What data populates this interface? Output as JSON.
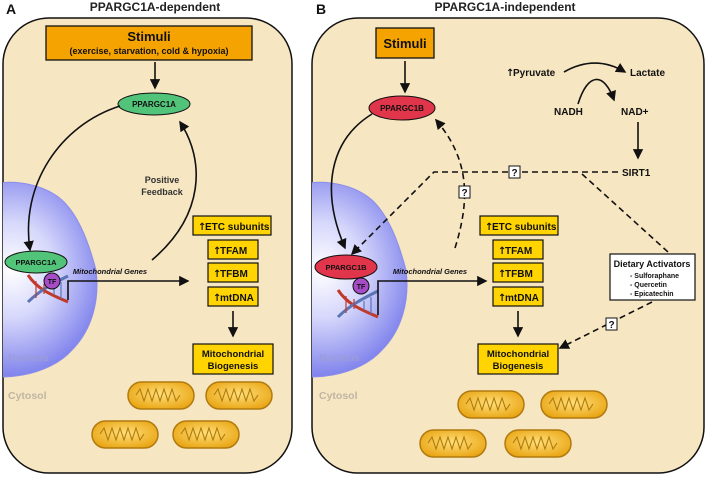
{
  "panels": {
    "a": {
      "letter": "A",
      "title": "PPARGC1A-dependent",
      "stimuli_title": "Stimuli",
      "stimuli_subtitle": "(exercise, starvation, cold & hypoxia)",
      "coactivator": "PPARGC1A",
      "nuclear_coactivator": "PPARGC1A",
      "feedback_line1": "Positive",
      "feedback_line2": "Feedback",
      "genes_label": "Mitochondrial Genes",
      "tf_label": "TF",
      "targets": [
        "ETC subunits",
        "TFAM",
        "TFBM",
        "mtDNA"
      ],
      "outcome_line1": "Mitochondrial",
      "outcome_line2": "Biogenesis",
      "nucleus_label": "Nucleus",
      "cytosol_label": "Cytosol"
    },
    "b": {
      "letter": "B",
      "title": "PPARGC1A-independent",
      "stimuli_title": "Stimuli",
      "coactivator": "PPARGC1B",
      "nuclear_coactivator": "PPARGC1B",
      "pyruvate": "Pyruvate",
      "lactate": "Lactate",
      "nadh": "NADH",
      "nad": "NAD+",
      "sirt1": "SIRT1",
      "unknown_mark": "?",
      "genes_label": "Mitochondrial Genes",
      "tf_label": "TF",
      "targets": [
        "ETC subunits",
        "TFAM",
        "TFBM",
        "mtDNA"
      ],
      "outcome_line1": "Mitochondrial",
      "outcome_line2": "Biogenesis",
      "dietary_title": "Dietary Activators",
      "dietary_items": [
        "- Sulforaphane",
        "- Quercetin",
        "- Epicatechin"
      ],
      "nucleus_label": "Nucleus",
      "cytosol_label": "Cytosol"
    }
  },
  "colors": {
    "cell_fill": "#f7e6c2",
    "stimuli_fill": "#f5a300",
    "target_fill": "#ffd400",
    "pgc1a_fill": "#52c47a",
    "pgc1b_fill": "#e0354a",
    "tf_fill": "#a64cc6",
    "nucleus_fill": "#8d8ff0",
    "mito_fill": "#f2b82a",
    "dna_red": "#c0392b",
    "dna_blue": "#5a74b5"
  },
  "icons": [
    "up-arrow-icon",
    "question-mark-icon",
    "dna-helix-icon",
    "mitochondrion-icon"
  ]
}
